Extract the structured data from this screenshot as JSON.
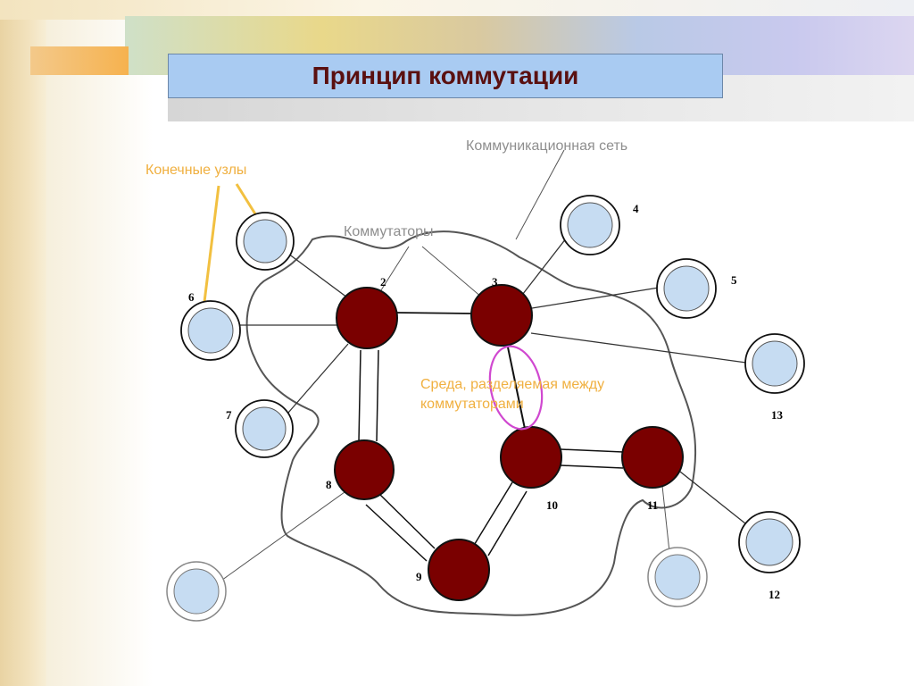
{
  "title": "Принцип коммутации",
  "labels": {
    "end_nodes": "Конечные узлы",
    "network": "Коммуникационная сеть",
    "switches": "Коммутаторы",
    "shared_medium_1": "Среда, разделяемая между",
    "shared_medium_2": "коммутаторами"
  },
  "node_numbers": {
    "n2": "2",
    "n3": "3",
    "n4": "4",
    "n5": "5",
    "n6": "6",
    "n7": "7",
    "n8": "8",
    "n9": "9",
    "n10": "10",
    "n11": "11",
    "n12": "12",
    "n13": "13"
  },
  "colors": {
    "switch_fill": "#7a0000",
    "end_node_fill": "#c6dcf2",
    "highlight": "#d048d0",
    "label_orange": "#f0b040",
    "title_text": "#5a1010"
  }
}
